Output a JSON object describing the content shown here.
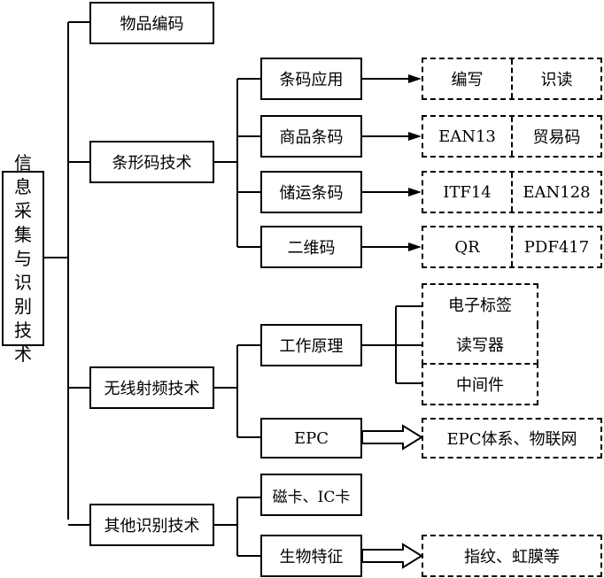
{
  "root": {
    "label": "信息采集与识别技术",
    "chars": [
      "信",
      "息",
      "采",
      "集",
      "与",
      "识",
      "别",
      "技",
      "术"
    ]
  },
  "level1": [
    {
      "label": "物品编码"
    },
    {
      "label": "条形码技术"
    },
    {
      "label": "无线射频技术"
    },
    {
      "label": "其他识别技术"
    }
  ],
  "barcode": {
    "children": [
      {
        "label": "条码应用",
        "targets": [
          "编写",
          "识读"
        ]
      },
      {
        "label": "商品条码",
        "targets": [
          "EAN13",
          "贸易码"
        ]
      },
      {
        "label": "储运条码",
        "targets": [
          "ITF14",
          "EAN128"
        ]
      },
      {
        "label": "二维码",
        "targets": [
          "QR",
          "PDF417"
        ]
      }
    ]
  },
  "rfid": {
    "principle": {
      "label": "工作原理",
      "targets": [
        "电子标签",
        "读写器",
        "中间件"
      ]
    },
    "epc": {
      "label": "EPC",
      "target": "EPC体系、物联网"
    }
  },
  "other": {
    "card": {
      "label": "磁卡、IC卡"
    },
    "bio": {
      "label": "生物特征",
      "target": "指纹、虹膜等"
    }
  }
}
